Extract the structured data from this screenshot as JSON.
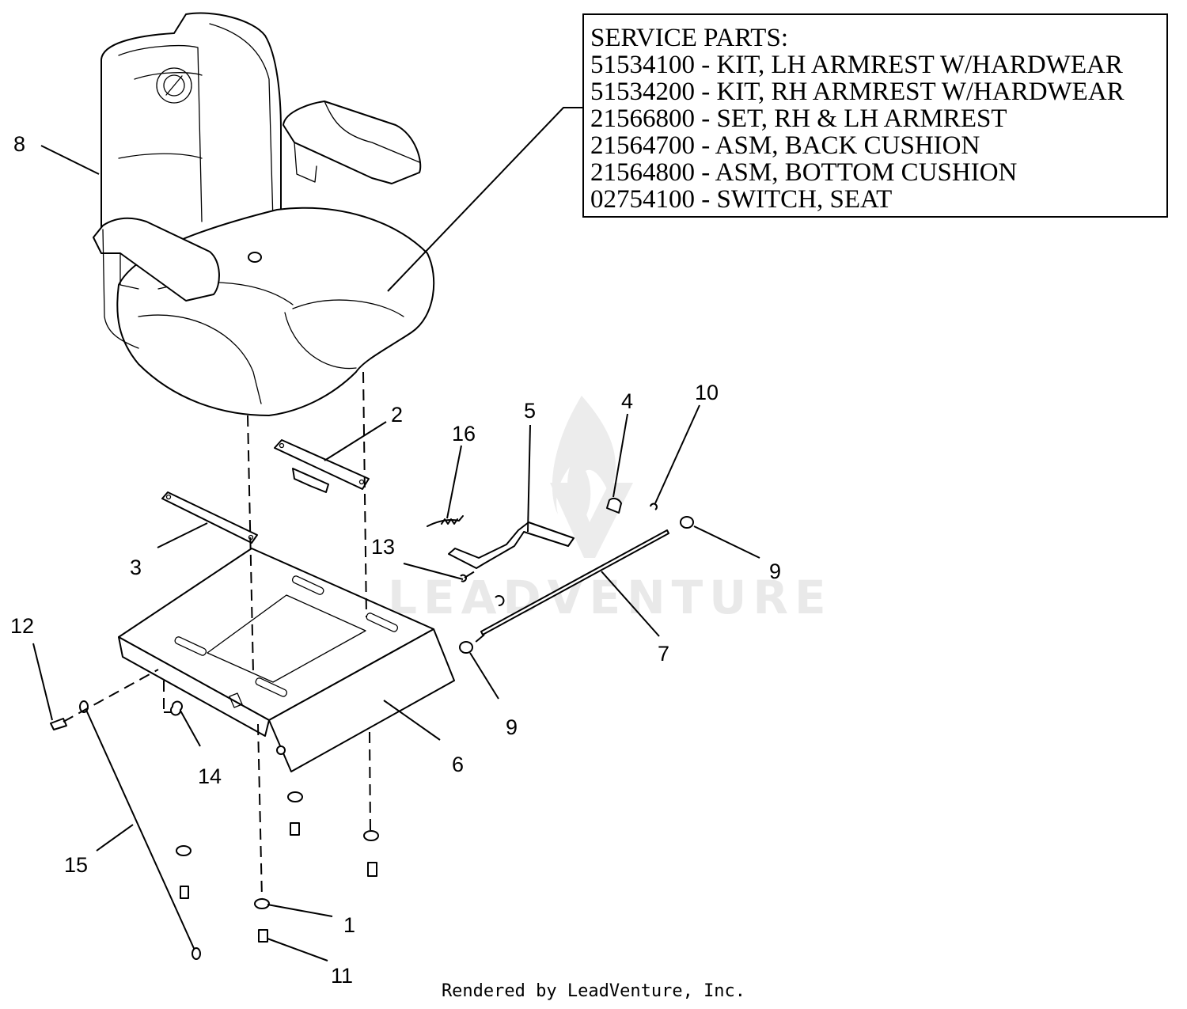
{
  "service_parts": {
    "heading": "SERVICE PARTS:",
    "lines": [
      "51534100 - KIT, LH ARMREST W/HARDWEAR",
      "51534200 - KIT, RH ARMREST W/HARDWEAR",
      "21566800 - SET, RH & LH ARMREST",
      "21564700 - ASM, BACK CUSHION",
      "21564800 - ASM, BOTTOM CUSHION",
      "02754100 - SWITCH, SEAT"
    ]
  },
  "callouts": {
    "c1": "1",
    "c2": "2",
    "c3": "3",
    "c4": "4",
    "c5": "5",
    "c6": "6",
    "c7": "7",
    "c8": "8",
    "c9a": "9",
    "c9b": "9",
    "c10": "10",
    "c11": "11",
    "c12": "12",
    "c13": "13",
    "c14": "14",
    "c15": "15",
    "c16": "16"
  },
  "watermark": {
    "text": "LEADVENTURE"
  },
  "footer": {
    "text": "Rendered by LeadVenture, Inc."
  }
}
